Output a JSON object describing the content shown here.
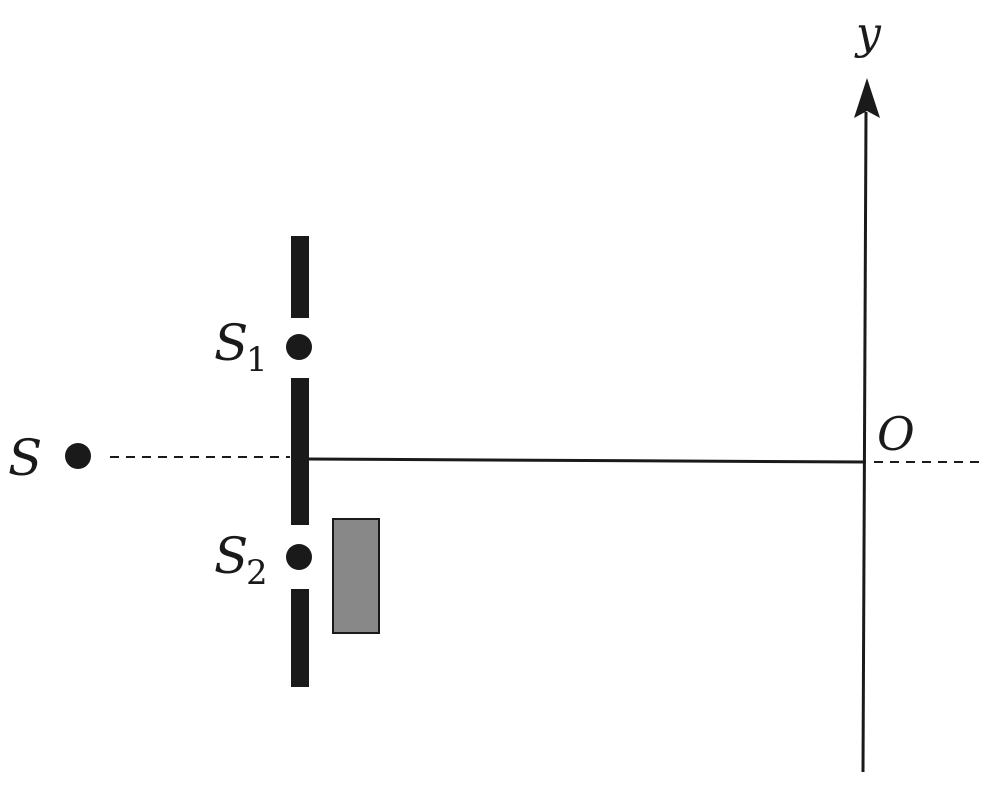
{
  "labels": {
    "source": "S",
    "slit1_main": "S",
    "slit1_sub": "1",
    "slit2_main": "S",
    "slit2_sub": "2",
    "origin": "O",
    "y_axis": "y"
  },
  "colors": {
    "ink": "#1a1a1a",
    "plate": "#888888"
  }
}
